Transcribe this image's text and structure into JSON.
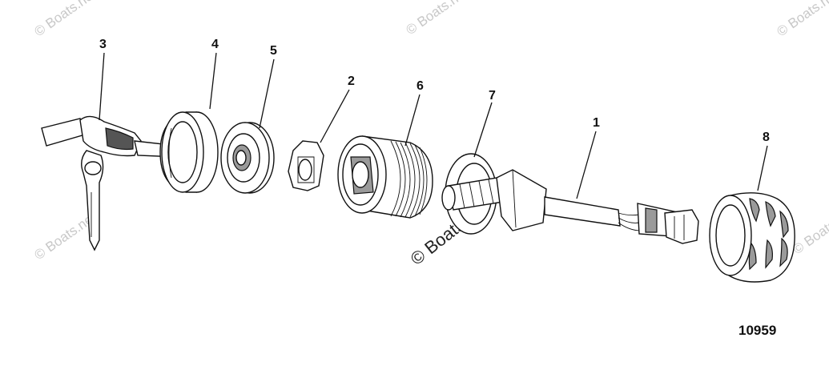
{
  "callouts": [
    "3",
    "4",
    "5",
    "2",
    "6",
    "7",
    "1",
    "8"
  ],
  "figure_number": "10959",
  "watermark": "© Boats.net"
}
